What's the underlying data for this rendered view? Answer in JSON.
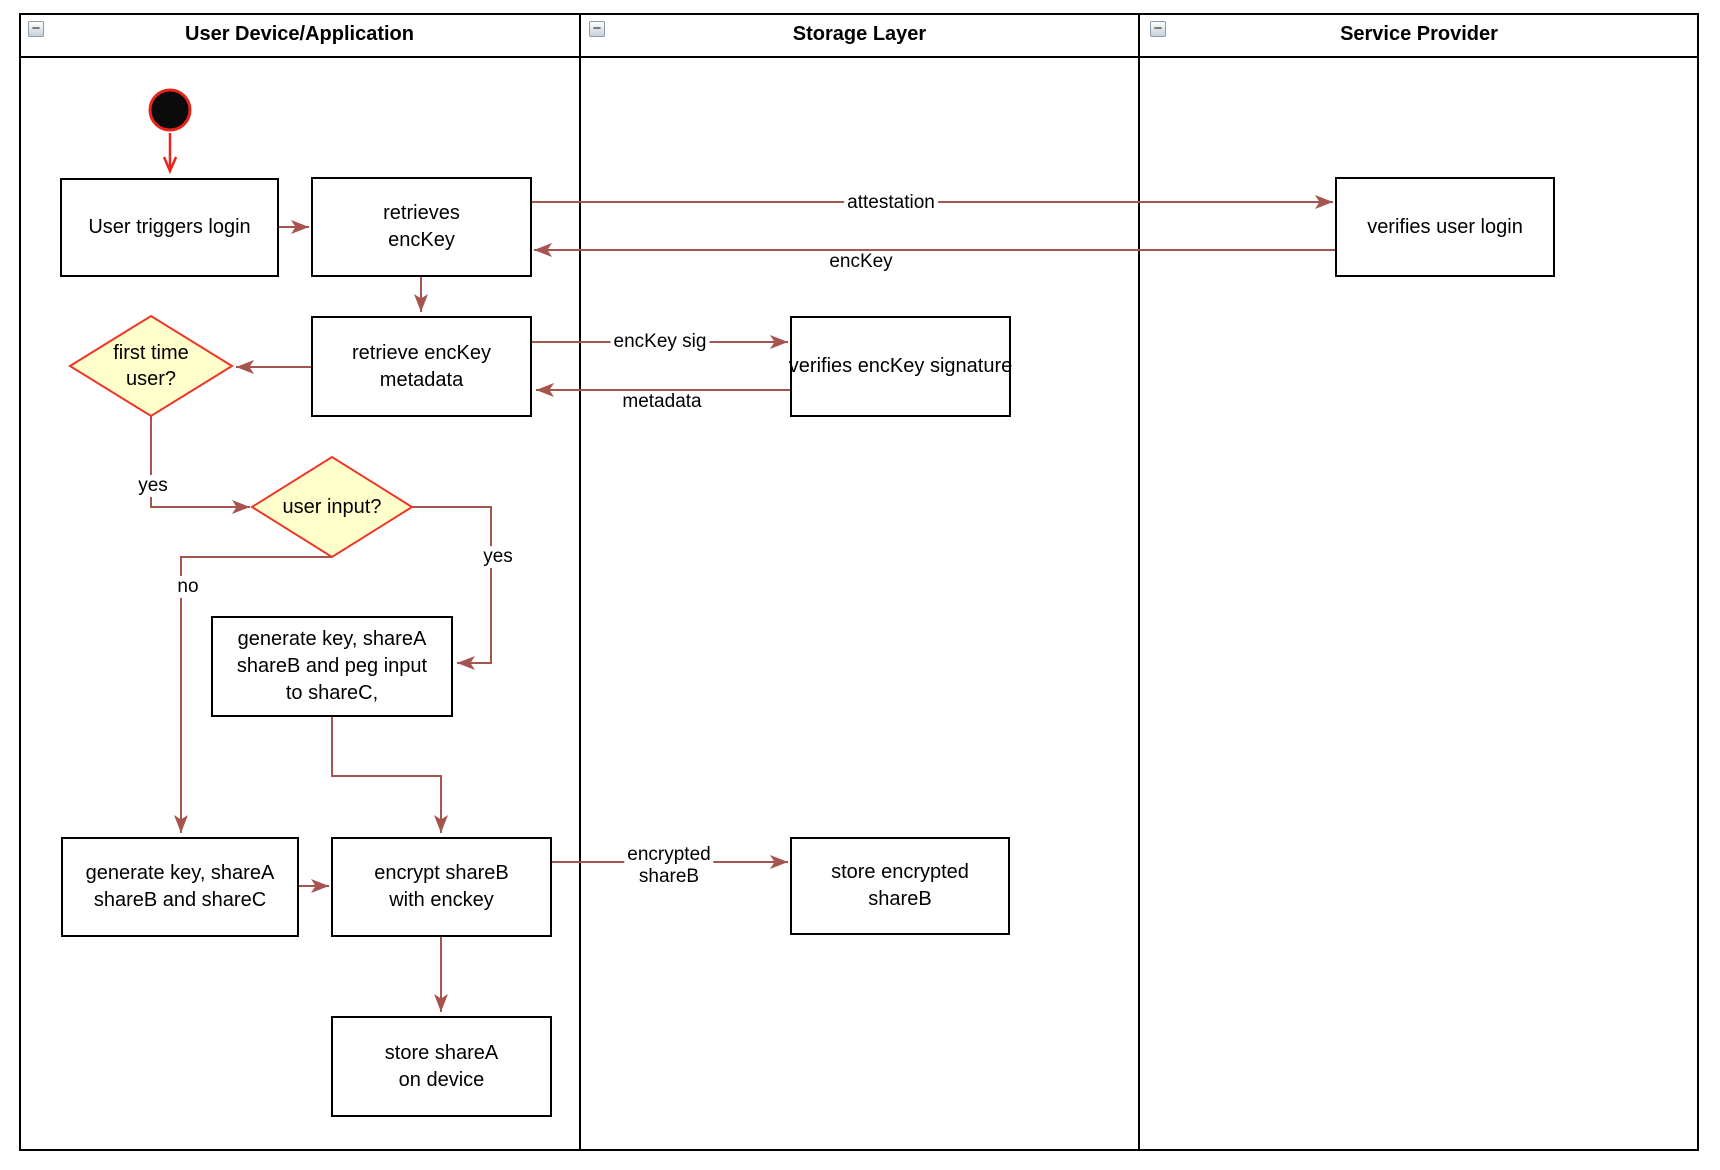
{
  "diagram": {
    "lanes": [
      {
        "title": "User Device/Application"
      },
      {
        "title": "Storage Layer"
      },
      {
        "title": "Service Provider"
      }
    ],
    "nodes": {
      "user_triggers_login": "User triggers login",
      "retrieves_enckey": "retrieves\nencKey",
      "retrieve_enckey_metadata": "retrieve encKey\nmetadata",
      "first_time_user": "first time\nuser?",
      "user_input": "user input?",
      "generate_key_peg": "generate key, shareA\nshareB and peg input\nto shareC,",
      "generate_key_shares": "generate key, shareA\nshareB and shareC",
      "encrypt_shareb": "encrypt shareB\nwith enckey",
      "store_sharea": "store shareA\non device",
      "verifies_enckey_signature": "verifies encKey signature",
      "store_encrypted_shareb": "store encrypted\nshareB",
      "verifies_user_login": "verifies user login"
    },
    "edge_labels": {
      "attestation": "attestation",
      "enckey": "encKey",
      "enckey_sig": "encKey sig",
      "metadata": "metadata",
      "encrypted_shareb": "encrypted\nshareB",
      "first_time_yes": "yes",
      "user_input_yes": "yes",
      "user_input_no": "no"
    },
    "icons": {
      "collapse": "−"
    },
    "colors": {
      "connector": "#a5544e",
      "start_arrow": "#e8251d",
      "decision_fill": "#ffffcc",
      "decision_stroke": "#ee3524",
      "node_border": "#000000"
    }
  }
}
